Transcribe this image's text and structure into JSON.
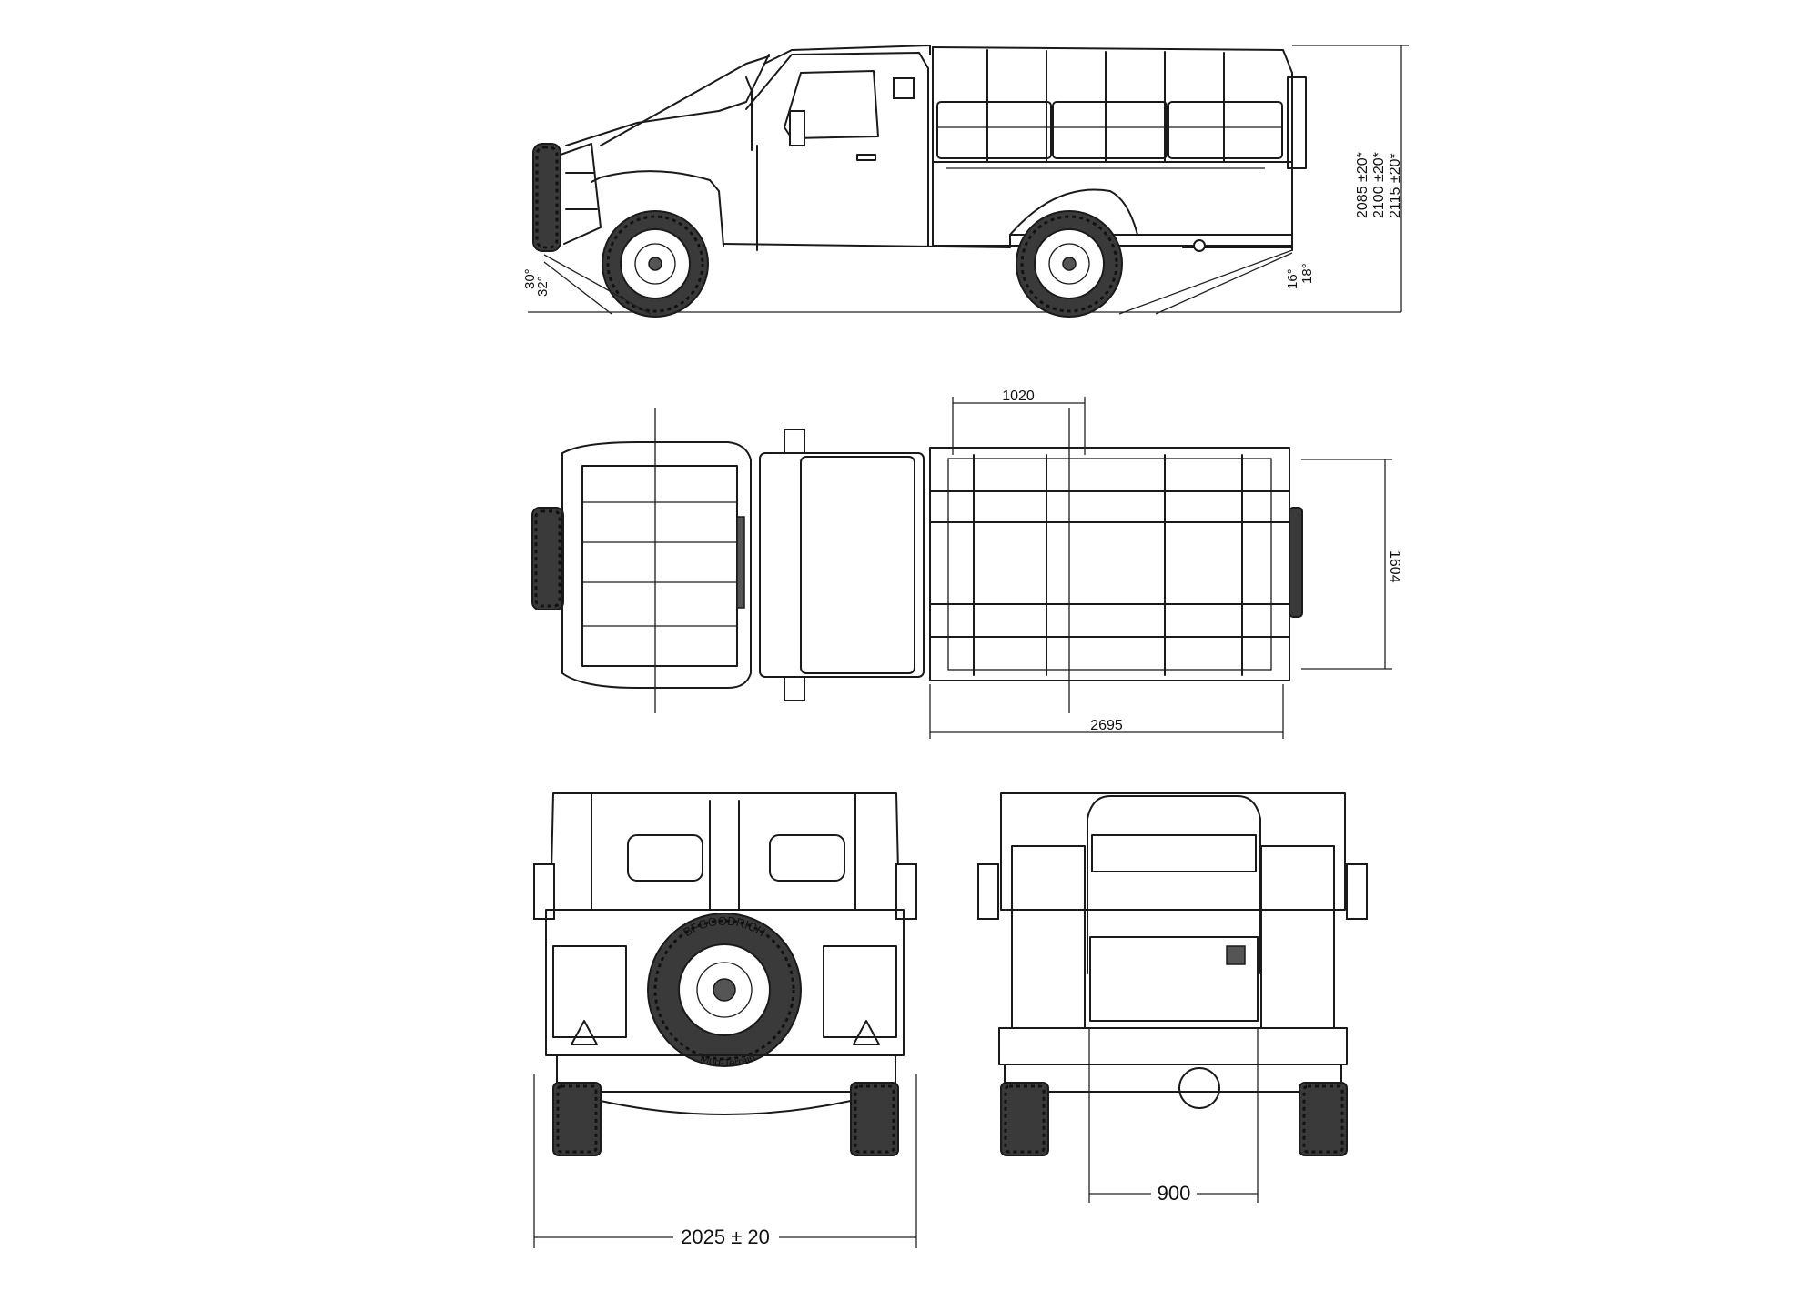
{
  "side_view": {
    "height_labels": [
      "2085 ±20*",
      "2100 ±20*",
      "2115 ±20*"
    ],
    "approach_angles": [
      "30°",
      "32°"
    ],
    "departure_angles": [
      "16°",
      "18°"
    ]
  },
  "top_view": {
    "cargo_length_label": "2695",
    "bed_width_label": "1604",
    "bench_spacing_label": "1020"
  },
  "rear_view": {
    "overall_width_label": "2025 ± 20",
    "tire_brand": "BFGOODRICH",
    "tire_model": "Mud-Terrain"
  },
  "front_view": {
    "track_label": "900"
  }
}
